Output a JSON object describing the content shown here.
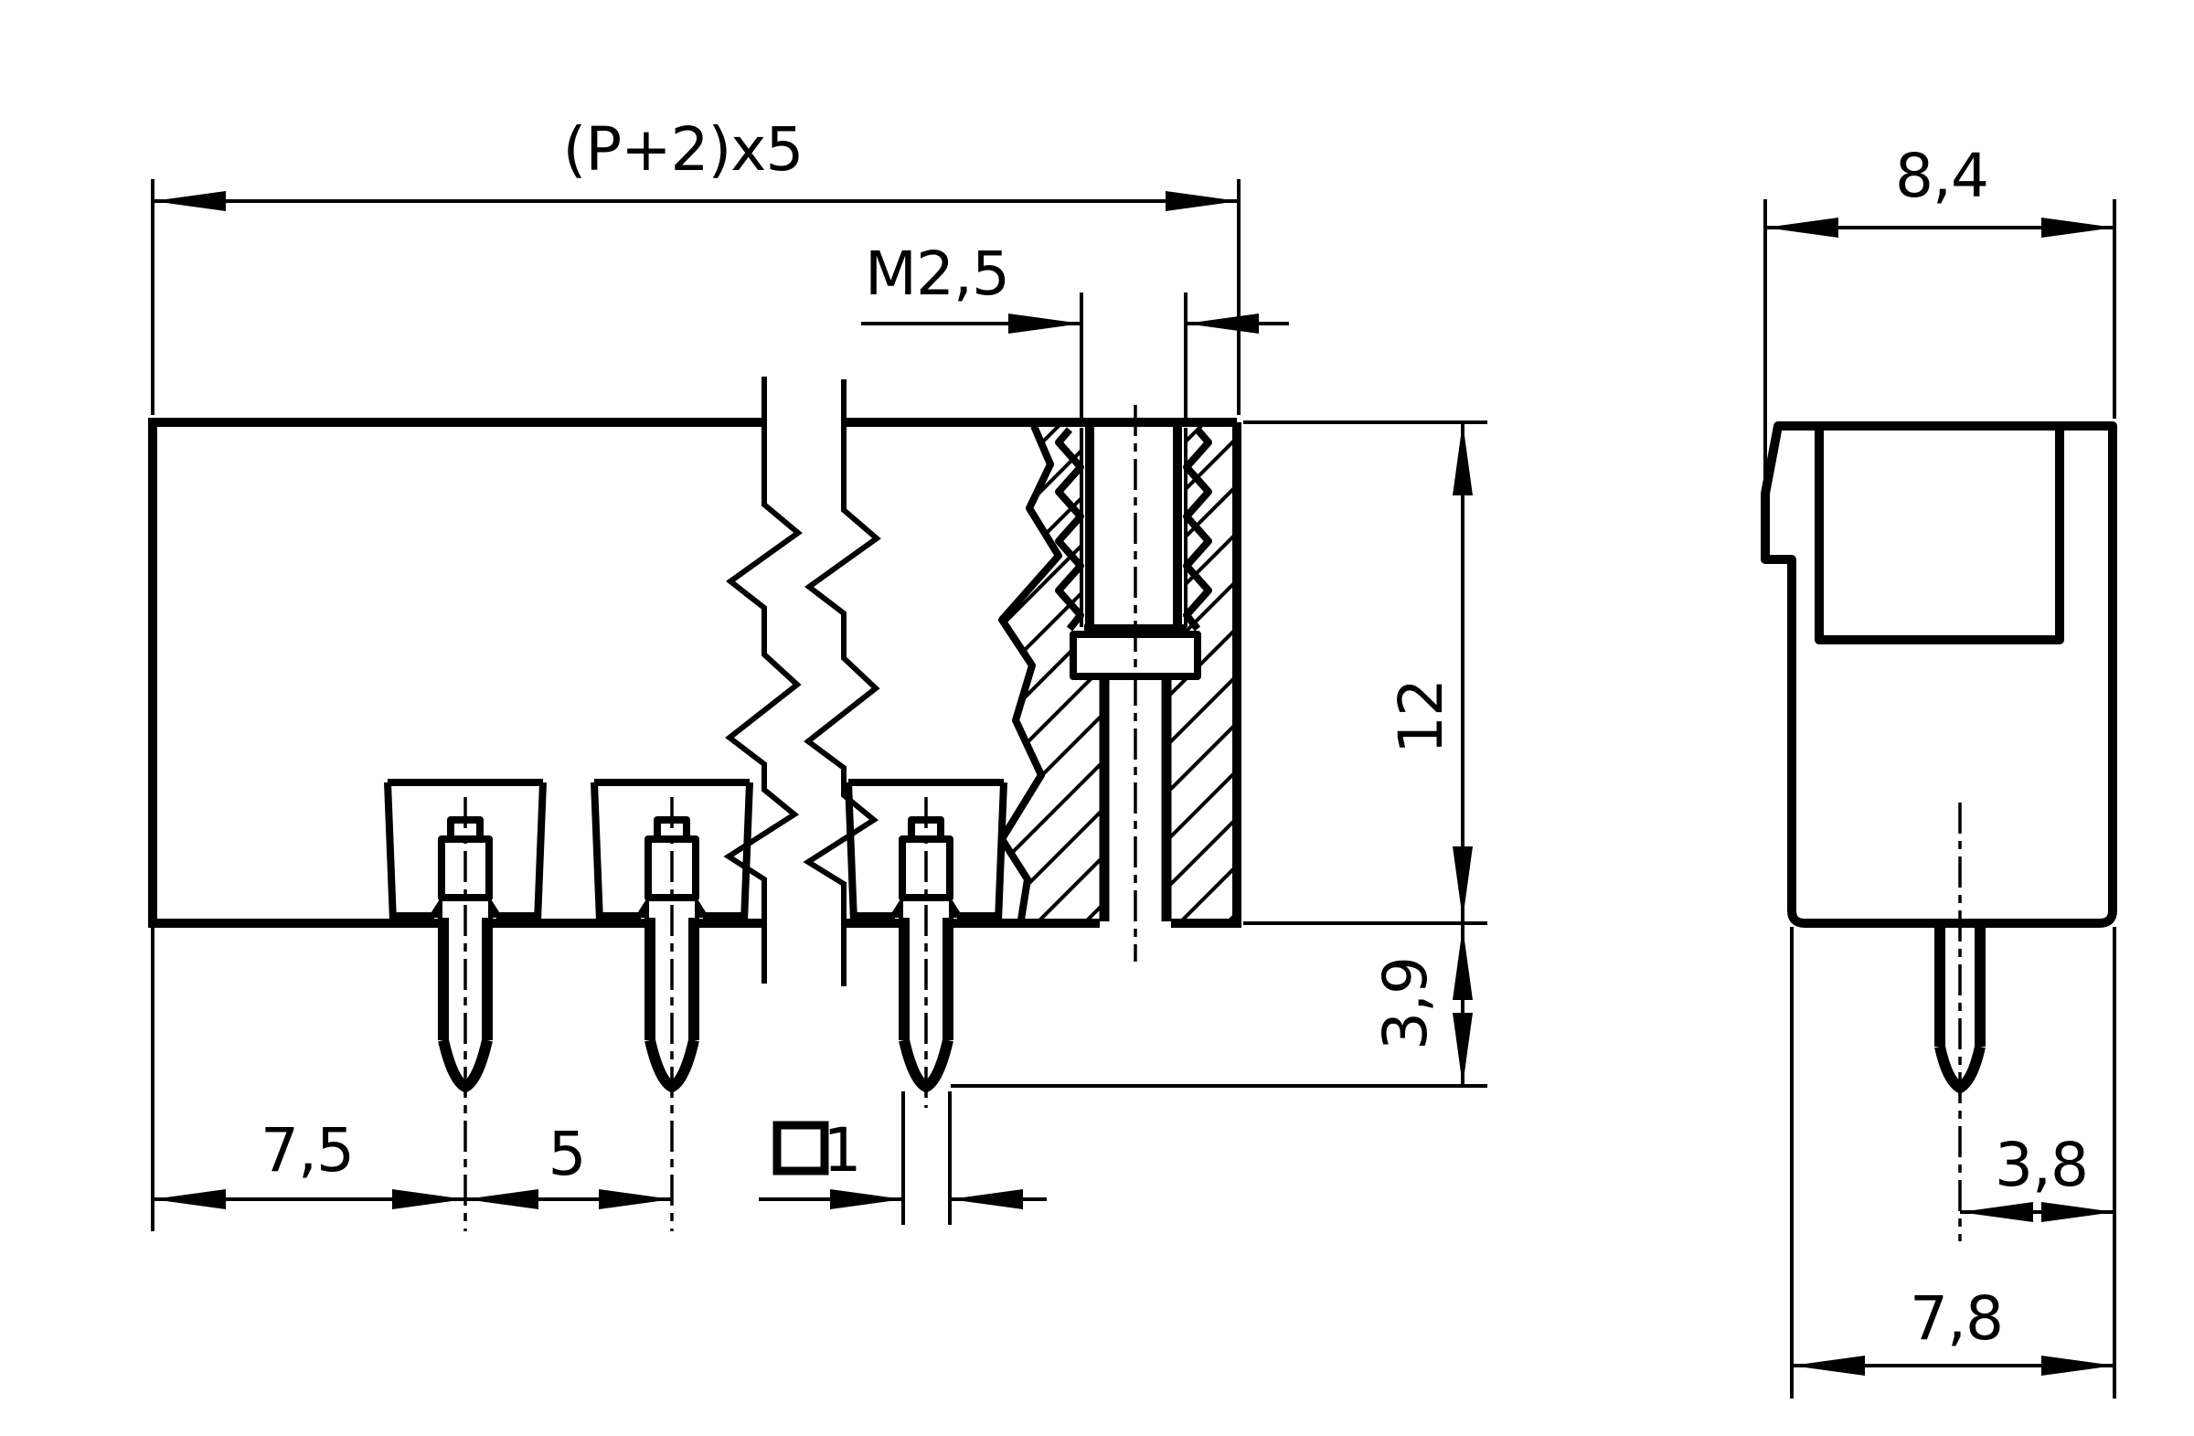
{
  "drawing": {
    "bg_color": "#ffffff",
    "ink_color": "#000000",
    "front_view": {
      "dim_overall_width": "(P+2)x5",
      "dim_thread": "M2,5",
      "dim_body_height": "12",
      "dim_pin_protrusion": "3,9",
      "dim_edge_to_pin": "7,5",
      "dim_pin_pitch": "5",
      "dim_pin_square_symbol": "□",
      "dim_pin_square_value": "1"
    },
    "side_view": {
      "dim_overall_depth": "8,4",
      "dim_pin_to_edge": "3,8",
      "dim_base_depth": "7,8"
    }
  }
}
